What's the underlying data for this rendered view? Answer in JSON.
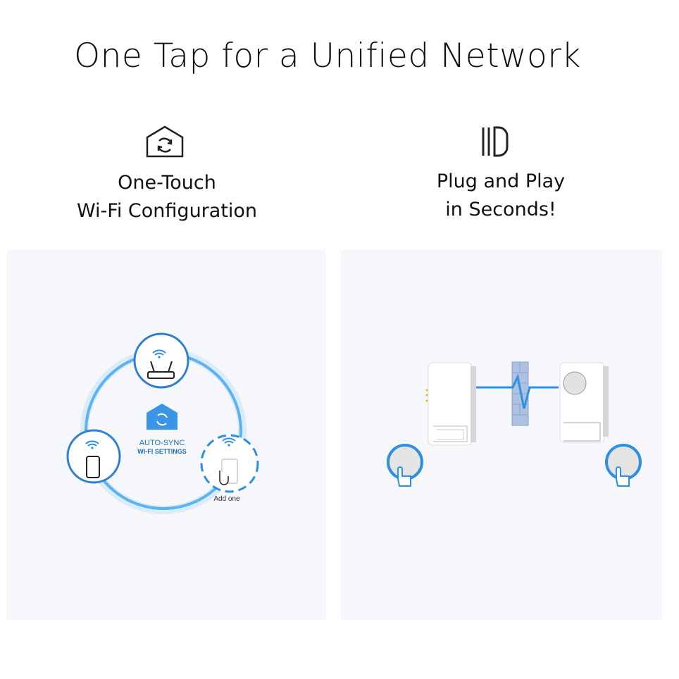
{
  "title": "One Tap for a Unified Network",
  "features": [
    {
      "icon": "house-sync-icon",
      "line1": "One-Touch",
      "line2": "Wi-Fi Configuration"
    },
    {
      "icon": "plug-icon",
      "line1": "Plug and Play",
      "line2": "in Seconds!"
    }
  ],
  "diagram_left": {
    "center_line1": "AUTO-SYNC",
    "center_line2": "WI-FI SETTINGS",
    "add_label": "Add one"
  },
  "colors": {
    "accent": "#2f8fe0",
    "panel": "#f5f7fa"
  }
}
